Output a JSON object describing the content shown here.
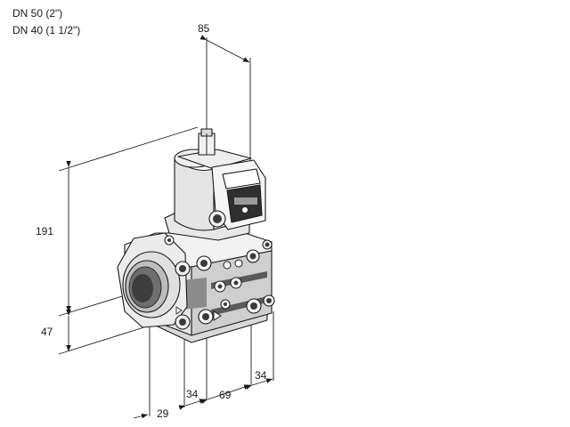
{
  "captions": {
    "line_1": "DN 50 (2\")",
    "line_2": "DN 40 (1 1/2\")"
  },
  "dimensions": {
    "top_width": "85",
    "height": "191",
    "lower_height": "47",
    "left_depth": "29",
    "flange_left": "34",
    "body_middle": "69",
    "flange_right": "34"
  }
}
